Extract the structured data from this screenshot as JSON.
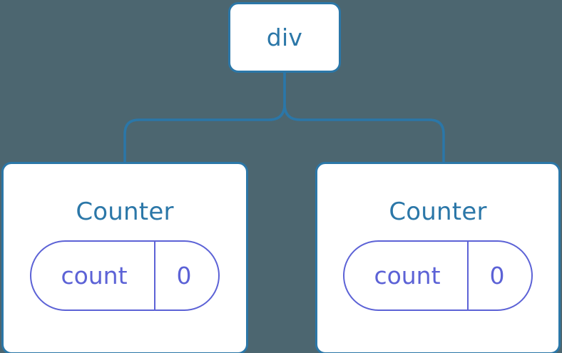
{
  "diagram": {
    "type": "component-tree",
    "title": "React component tree with local state",
    "background_color": "#4c6670",
    "node_border_color": "#2b77a8",
    "node_fill_color": "#ffffff",
    "node_label_color": "#2b77a8",
    "state_color": "#5c62d6",
    "connector_color": "#2b77a8"
  },
  "root": {
    "label": "div"
  },
  "children": [
    {
      "label": "Counter",
      "state": {
        "key": "count",
        "value": "0"
      }
    },
    {
      "label": "Counter",
      "state": {
        "key": "count",
        "value": "0"
      }
    }
  ],
  "connectors": [
    {
      "from": "div",
      "to": "Counter-left"
    },
    {
      "from": "div",
      "to": "Counter-right"
    }
  ]
}
